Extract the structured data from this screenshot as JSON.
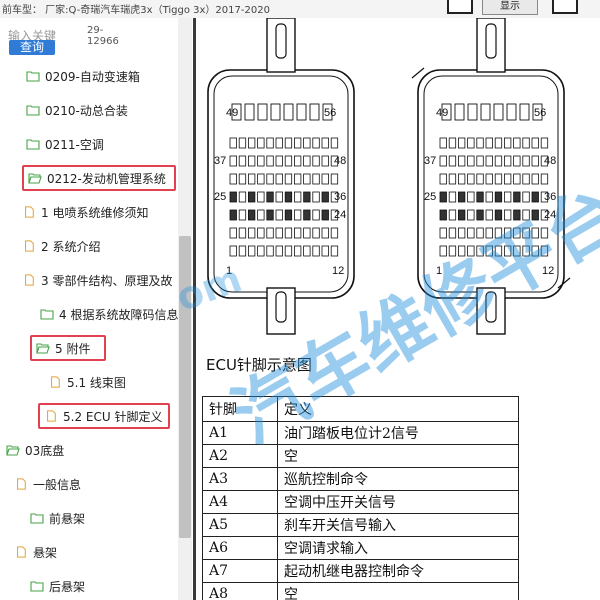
{
  "topbar": {
    "vehicle_label": "前车型：  厂家:Q-奇瑞汽车瑞虎3x（Tiggo 3x）2017-2020",
    "button_label": "显示"
  },
  "search": {
    "keyword_label": "输入关键",
    "query_button": "查询",
    "range_line1": "29-",
    "range_line2": "12966"
  },
  "tree": [
    {
      "label": "0209-自动变速箱",
      "icon": "folder-icon"
    },
    {
      "label": "0210-动总合装",
      "icon": "folder-icon"
    },
    {
      "label": "0211-空调",
      "icon": "folder-icon"
    },
    {
      "label": "0212-发动机管理系统",
      "icon": "folder-open-icon",
      "highlight": true
    },
    {
      "label": "1 电喷系统维修须知",
      "icon": "document-icon"
    },
    {
      "label": "2 系统介绍",
      "icon": "document-icon"
    },
    {
      "label": "3 零部件结构、原理及故",
      "icon": "document-icon"
    },
    {
      "label": "4 根据系统故障码信息",
      "icon": "folder-icon"
    },
    {
      "label": "5 附件",
      "icon": "folder-open-icon",
      "highlight": true
    },
    {
      "label": "5.1 线束图",
      "icon": "document-icon"
    },
    {
      "label": "5.2 ECU 针脚定义",
      "icon": "document-icon",
      "highlight": true
    },
    {
      "label": "03底盘",
      "icon": "folder-open-icon"
    },
    {
      "label": "一般信息",
      "icon": "document-icon"
    },
    {
      "label": "前悬架",
      "icon": "folder-icon"
    },
    {
      "label": "悬架",
      "icon": "document-icon"
    },
    {
      "label": "后悬架",
      "icon": "folder-icon"
    }
  ],
  "connector_pins": {
    "left_top_left": "49",
    "left_top_right": "56",
    "left_row1": "37",
    "left_row1_right": "48",
    "left_row2": "25",
    "left_row2_right": "36",
    "left_row3": "24",
    "left_bottom_left": "1",
    "left_bottom_right": "12",
    "right_top_left": "49",
    "right_top_right": "56",
    "right_row1": "37",
    "right_row1_right": "48",
    "right_row2": "25",
    "right_row2_right": "36",
    "right_row3": "24",
    "right_bottom_left": "1",
    "right_bottom_right": "12"
  },
  "document": {
    "caption": "ECU针脚示意图",
    "table_headers": [
      "针脚",
      "定义"
    ],
    "rows": [
      [
        "A1",
        "油门踏板电位计2信号"
      ],
      [
        "A2",
        "空"
      ],
      [
        "A3",
        "巡航控制命令"
      ],
      [
        "A4",
        "空调中压开关信号"
      ],
      [
        "A5",
        "刹车开关信号输入"
      ],
      [
        "A6",
        "空调请求输入"
      ],
      [
        "A7",
        "起动机继电器控制命令"
      ],
      [
        "A8",
        "空"
      ]
    ]
  },
  "watermark": {
    "main": "汽车维修平台",
    "partial": "om"
  },
  "colors": {
    "highlight_border": "#e0424f",
    "query_button": "#2f7bd6",
    "folder_green": "#46a447",
    "document_orange": "#e2a33a",
    "watermark": "#1e8fdc"
  }
}
